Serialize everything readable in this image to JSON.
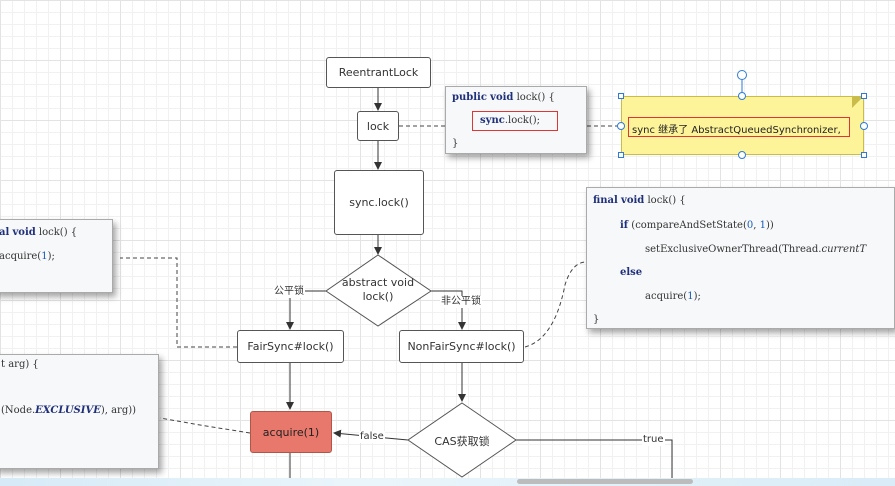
{
  "nodes": {
    "reentrant_lock": "ReentrantLock",
    "lock": "lock",
    "sync_lock": "sync.lock()",
    "abstract_lock_line1": "abstract void",
    "abstract_lock_line2": "lock()",
    "fair_lock": "FairSync#lock()",
    "nonfair_lock": "NonFairSync#lock()",
    "acquire": "acquire(1)",
    "cas": "CAS获取锁"
  },
  "edge_labels": {
    "fair": "公平锁",
    "nonfair": "非公平锁",
    "false": "false",
    "true": "true"
  },
  "note": {
    "text": "sync 继承了 AbstractQueuedSynchronizer,"
  },
  "code_lock": {
    "sig_kw1": "public",
    "sig_kw2": "void",
    "sig_rest": " lock() {",
    "body_kw": "sync",
    "body_rest": ".lock();",
    "close": "}"
  },
  "code_nonfair": {
    "l1_kw1": "final",
    "l1_kw2": "void",
    "l1_rest": " lock() {",
    "l2_kw": "if",
    "l2_a": " (compareAndSetState(",
    "l2_n1": "0",
    "l2_b": ", ",
    "l2_n2": "1",
    "l2_c": "))",
    "l3_a": "setExclusiveOwnerThread(Thread.",
    "l3_it": "currentT",
    "l4_kw": "else",
    "l5_a": "acquire(",
    "l5_n": "1",
    "l5_b": ");",
    "l6": "}"
  },
  "code_fair": {
    "l1_kw1": "al",
    "l1_kw2": "void",
    "l1_rest": " lock() {",
    "l2_a": "acquire(",
    "l2_n": "1",
    "l2_b": ");"
  },
  "code_acquire": {
    "l1_a": "t arg) {",
    "l2_a": "(Node.",
    "l2_em": "EXCLUSIVE",
    "l2_b": "), arg))"
  },
  "colors": {
    "acquire_fill": "#e8786b",
    "note_fill": "#fdf49a",
    "selection_handle": "#2e7bd6",
    "code_keyword": "#1f2f7a"
  }
}
